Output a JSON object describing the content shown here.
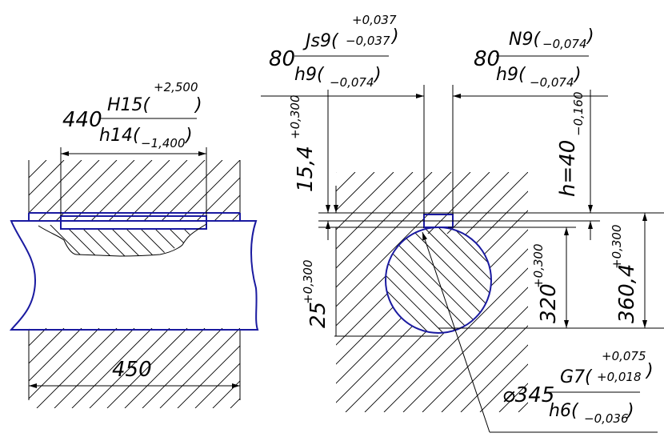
{
  "left_view": {
    "fit": {
      "nominal": "440",
      "hole": "H15(",
      "hole_upper": "+2,500",
      "hole_close": ")",
      "shaft": "h14(",
      "shaft_lower": "−1,400",
      "shaft_close": ")"
    },
    "length": "450"
  },
  "right_view": {
    "width_fit_1": {
      "nominal": "80",
      "hole": "Js9(",
      "hole_upper": "+0,037",
      "hole_lower": "−0,037",
      "hole_close": ")",
      "shaft": "h9(",
      "shaft_lower": "−0,074",
      "shaft_close": ")"
    },
    "width_fit_2": {
      "nominal": "80",
      "hole": "N9(",
      "hole_lower": "−0,074",
      "hole_close": ")",
      "shaft": "h9(",
      "shaft_lower": "−0,074",
      "shaft_close": ")"
    },
    "dim_15_4": {
      "value": "15,4",
      "tol": "+0,300"
    },
    "dim_h40": {
      "value": "h=40",
      "tol": "−0,160"
    },
    "dim_25": {
      "value": "25",
      "tol": "+0,300"
    },
    "dim_320": {
      "value": "320",
      "tol": "+0,300"
    },
    "dim_360_4": {
      "value": "360,4",
      "tol": "+0,300"
    },
    "diameter_fit": {
      "nominal": "⌀345",
      "hole": "G7(",
      "hole_upper": "+0,075",
      "hole_lower": "+0,018",
      "hole_close": ")",
      "shaft": "h6(",
      "shaft_lower": "−0,036",
      "shaft_close": ")"
    }
  }
}
